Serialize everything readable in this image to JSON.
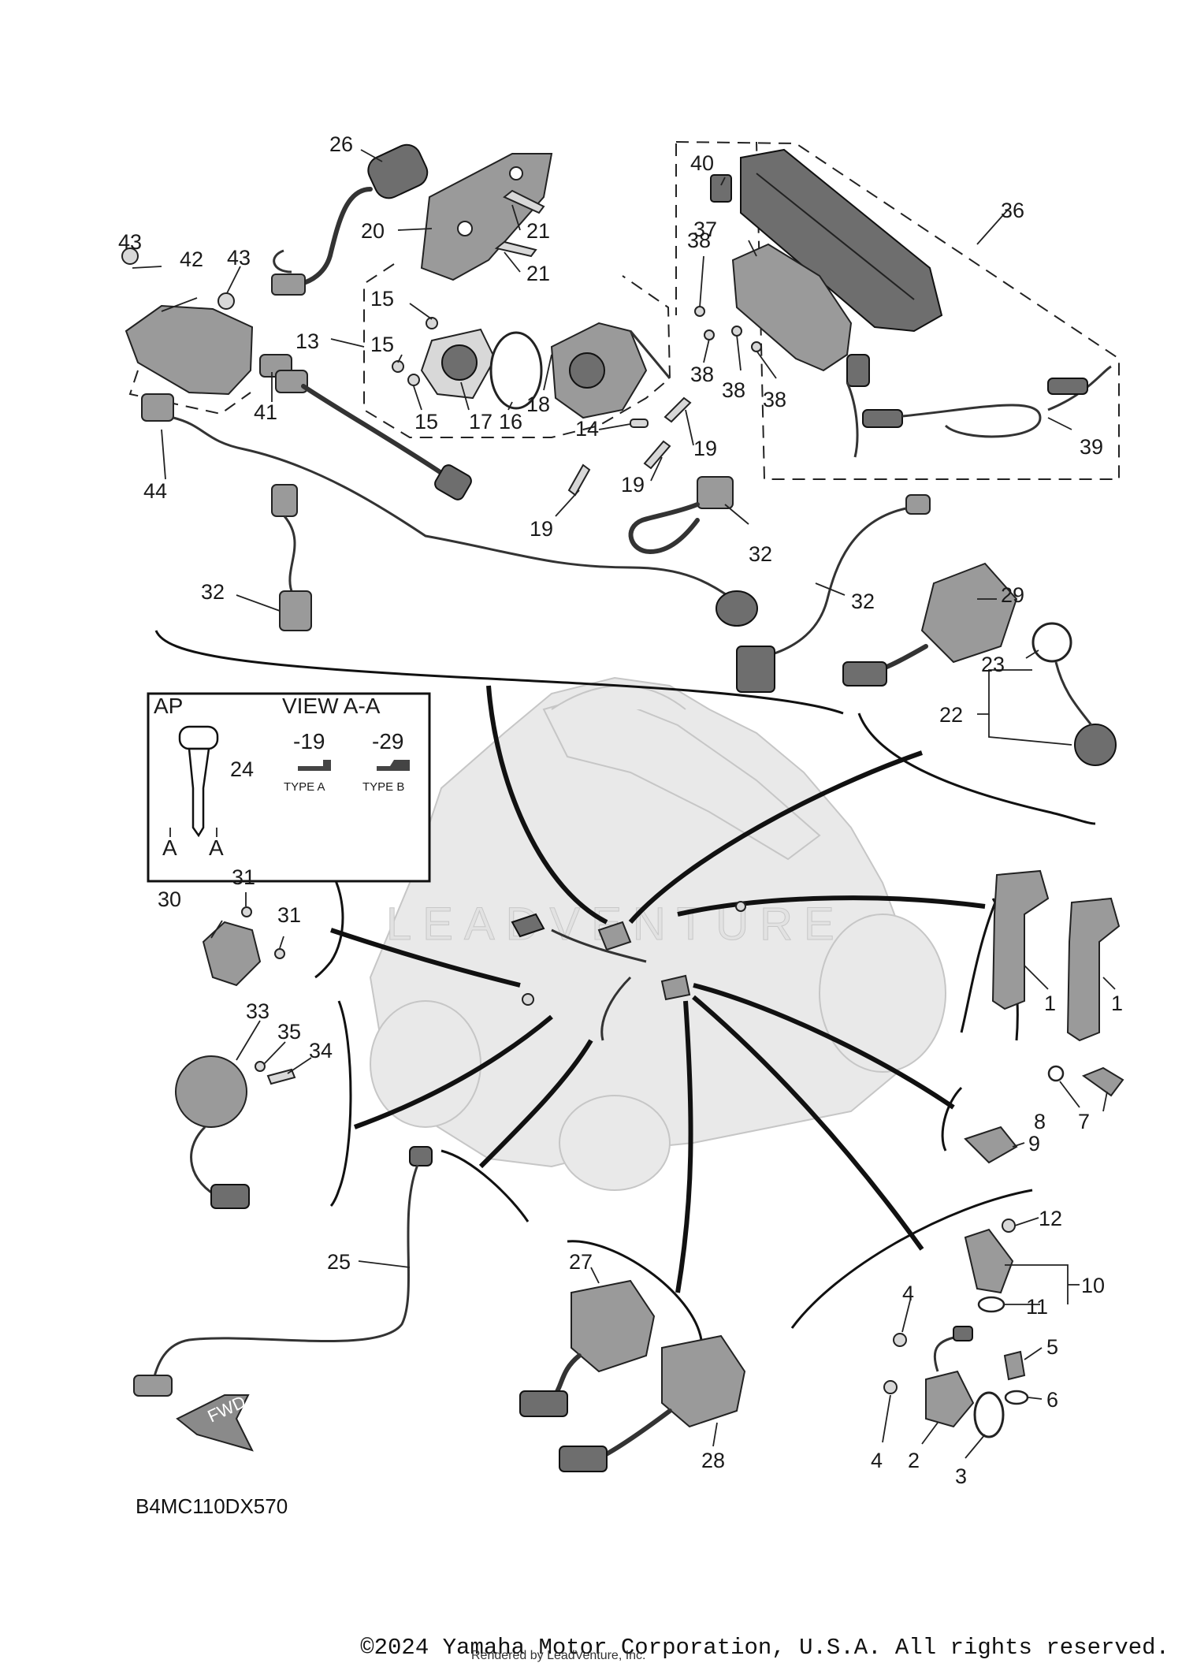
{
  "diagram": {
    "code": "B4MC110DX570",
    "watermark": "LEADVENTURE",
    "fwd_label": "FWD",
    "callouts": {
      "c1a": "1",
      "c1b": "1",
      "c2": "2",
      "c3": "3",
      "c4a": "4",
      "c4b": "4",
      "c5": "5",
      "c6": "6",
      "c7": "7",
      "c8": "8",
      "c9": "9",
      "c10": "10",
      "c11": "11",
      "c12": "12",
      "c13": "13",
      "c14": "14",
      "c15a": "15",
      "c15b": "15",
      "c15c": "15",
      "c16": "16",
      "c17": "17",
      "c18": "18",
      "c19a": "19",
      "c19b": "19",
      "c19c": "19",
      "c20": "20",
      "c21a": "21",
      "c21b": "21",
      "c22": "22",
      "c23": "23",
      "c24": "24",
      "c25": "25",
      "c26": "26",
      "c27": "27",
      "c28": "28",
      "c29": "29",
      "c30": "30",
      "c31a": "31",
      "c31b": "31",
      "c32a": "32",
      "c32b": "32",
      "c32c": "32",
      "c33": "33",
      "c34": "34",
      "c35": "35",
      "c36": "36",
      "c37": "37",
      "c38a": "38",
      "c38b": "38",
      "c38c": "38",
      "c38d": "38",
      "c39": "39",
      "c40": "40",
      "c41": "41",
      "c42": "42",
      "c43a": "43",
      "c43b": "43",
      "c44": "44"
    },
    "inset": {
      "ap": "AP",
      "view": "VIEW A-A",
      "type_a_code": "-19",
      "type_b_code": "-29",
      "type_a": "TYPE A",
      "type_b": "TYPE B",
      "arrow_a_left": "A",
      "arrow_a_right": "A"
    }
  },
  "footer": {
    "copyright": "©2024 Yamaha Motor Corporation, U.S.A. All rights reserved.",
    "rendered_by": "Rendered by LeadVenture, Inc."
  }
}
